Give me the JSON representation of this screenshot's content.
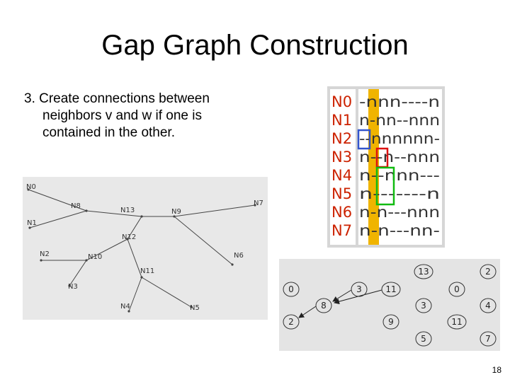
{
  "slide": {
    "title": "Gap Graph Construction",
    "bullet_lines": [
      "3. Create connections between",
      "neighbors v and w if one is",
      "contained in the other."
    ],
    "page_number": "18"
  },
  "graph1": {
    "nodes": [
      {
        "label": "N0"
      },
      {
        "label": "N8"
      },
      {
        "label": "N13"
      },
      {
        "label": "N9"
      },
      {
        "label": "N7"
      },
      {
        "label": "N1"
      },
      {
        "label": "N12"
      },
      {
        "label": "N2"
      },
      {
        "label": "N10"
      },
      {
        "label": "N6"
      },
      {
        "label": "N11"
      },
      {
        "label": "N3"
      },
      {
        "label": "N4"
      },
      {
        "label": "N5"
      }
    ]
  },
  "matrix": {
    "rows": [
      {
        "label": "N0",
        "pattern": "-nnn----n"
      },
      {
        "label": "N1",
        "pattern": "n-nn--nnn"
      },
      {
        "label": "N2",
        "pattern": "--nnnnnn-"
      },
      {
        "label": "N3",
        "pattern": "n--n--nnn"
      },
      {
        "label": "N4",
        "pattern": "n--nnn---"
      },
      {
        "label": "N5",
        "pattern": "n-------n"
      },
      {
        "label": "N6",
        "pattern": "n-n---nnn"
      },
      {
        "label": "N7",
        "pattern": "n-n---nn-"
      }
    ],
    "colors": {
      "label": "#cc2200",
      "highlight": "#f0b400",
      "blue": "#3355cc",
      "red": "#dd1111",
      "green": "#11bb11"
    }
  },
  "graph2": {
    "nodes": [
      {
        "label": "13"
      },
      {
        "label": "2"
      },
      {
        "label": "0"
      },
      {
        "label": "3"
      },
      {
        "label": "11"
      },
      {
        "label": "0"
      },
      {
        "label": "8"
      },
      {
        "label": "3"
      },
      {
        "label": "4"
      },
      {
        "label": "2"
      },
      {
        "label": "9"
      },
      {
        "label": "11"
      },
      {
        "label": "5"
      },
      {
        "label": "7"
      }
    ]
  }
}
